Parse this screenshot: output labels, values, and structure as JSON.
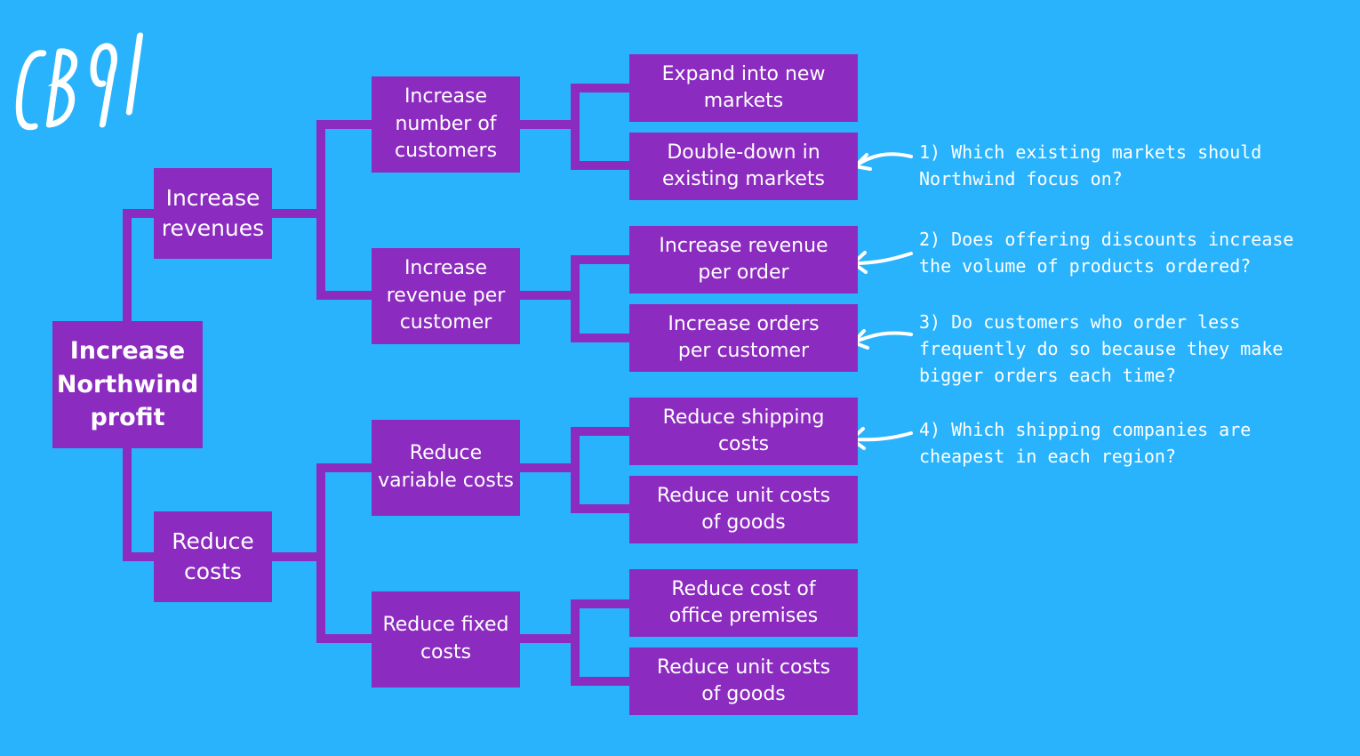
{
  "logo": {
    "text": "CB91"
  },
  "colors": {
    "background": "#29b3fd",
    "node": "#8b2bbf",
    "connector": "#8b2bbf",
    "text": "#ffffff"
  },
  "tree": {
    "root": {
      "label": "Increase\nNorthwind\nprofit"
    },
    "revenues": {
      "label": "Increase\nrevenues",
      "customers": {
        "label": "Increase\nnumber of\ncustomers",
        "new_markets": "Expand into new\nmarkets",
        "existing_markets": "Double-down in\nexisting markets"
      },
      "revenue_per_customer": {
        "label": "Increase\nrevenue per\ncustomer",
        "revenue_per_order": "Increase revenue\nper order",
        "orders_per_customer": "Increase orders\nper customer"
      }
    },
    "costs": {
      "label": "Reduce\ncosts",
      "variable": {
        "label": "Reduce\nvariable costs",
        "shipping": "Reduce shipping\ncosts",
        "unit_costs": "Reduce unit costs\nof goods"
      },
      "fixed": {
        "label": "Reduce fixed\ncosts",
        "office": "Reduce cost of\noffice premises",
        "unit_costs": "Reduce unit costs\nof goods"
      }
    }
  },
  "questions": {
    "q1": "1) Which existing markets should\nNorthwind focus on?",
    "q2": "2) Does offering discounts increase\nthe volume of products ordered?",
    "q3": "3) Do customers who order less\nfrequently do so because they make\nbigger orders each time?",
    "q4": "4) Which shipping companies are\ncheapest in each region?"
  }
}
